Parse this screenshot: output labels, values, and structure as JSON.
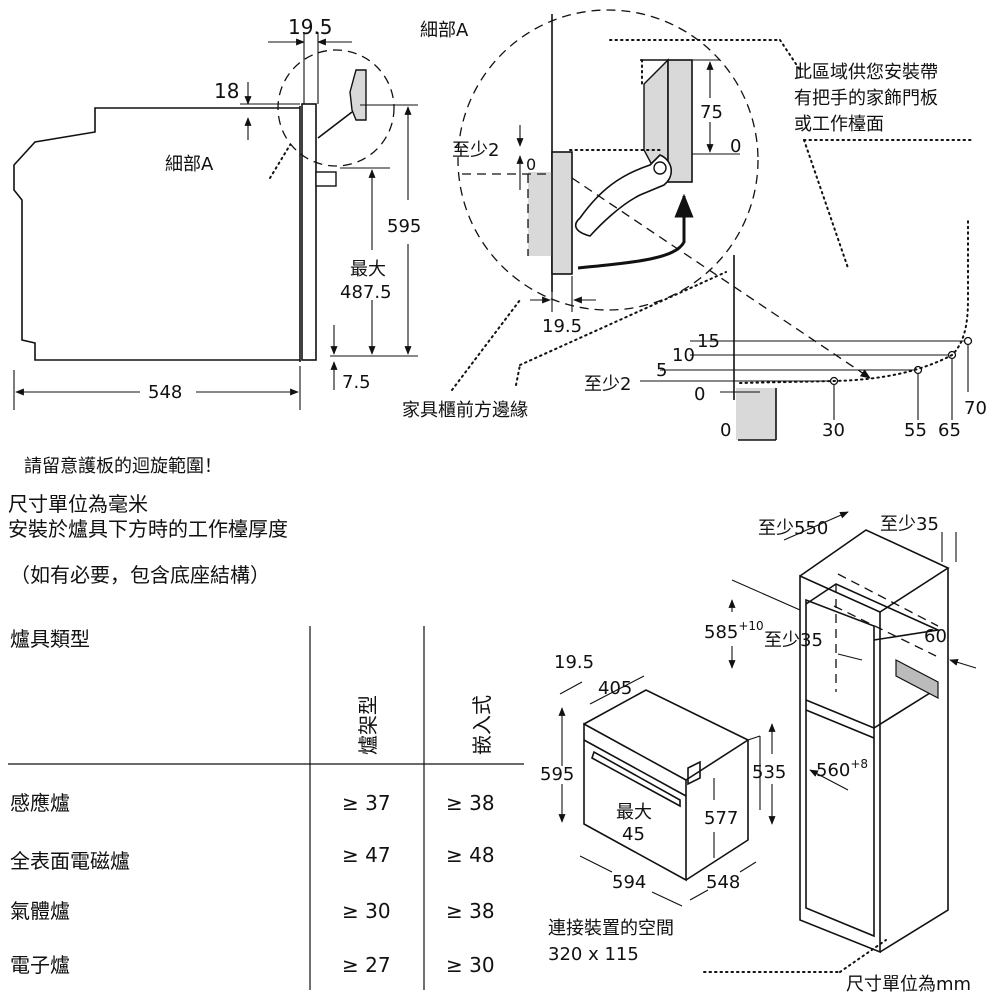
{
  "side_view": {
    "dim_top": "19.5",
    "dim_left": "18",
    "detail_label": "細部A",
    "dim_height": "595",
    "max_label": "最大",
    "max_value": "487.5",
    "dim_bottom": "7.5",
    "dim_depth": "548"
  },
  "detail": {
    "title": "細部A",
    "min_label": "至少2",
    "zero_small": "0",
    "dim_75": "75",
    "dim_0": "0",
    "dim_195": "19.5",
    "note_lines": [
      "此區域供您安裝帶",
      "有把手的家飾門板",
      "或工作檯面"
    ],
    "cabinet_edge": "家具櫃前方邊緣"
  },
  "swing": {
    "y_labels": [
      "15",
      "10",
      "5",
      "至少2",
      "0"
    ],
    "x_labels": [
      "0",
      "30",
      "55",
      "65",
      "70"
    ]
  },
  "notes": {
    "swing_note": "請留意護板的迴旋範圍！",
    "units_line1": "尺寸單位為毫米",
    "units_line2": "安裝於爐具下方時的工作檯厚度",
    "parenthetical": "（如有必要，包含底座結構）"
  },
  "table": {
    "header": "爐具類型",
    "col1": "爐架型",
    "col2": "嵌入式",
    "rows": [
      {
        "name": "感應爐",
        "v1": "≥ 37",
        "v2": "≥ 38"
      },
      {
        "name": "全表面電磁爐",
        "v1": "≥ 47",
        "v2": "≥ 48"
      },
      {
        "name": "氣體爐",
        "v1": "≥ 30",
        "v2": "≥ 38"
      },
      {
        "name": "電子爐",
        "v1": "≥ 27",
        "v2": "≥ 30"
      }
    ]
  },
  "oven_iso": {
    "d195": "19.5",
    "d405": "405",
    "d595": "595",
    "max_label": "最大",
    "max_value": "45",
    "d577": "577",
    "d535": "535",
    "d594": "594",
    "d548": "548",
    "conn_line1": "連接裝置的空間",
    "conn_line2": "320 x 115"
  },
  "cabinet": {
    "min550": "至少550",
    "min35_top": "至少35",
    "d585": "585",
    "d585_sup": "+10",
    "min35_mid": "至少35",
    "d60": "60",
    "d560": "560",
    "d560_sup": "+8"
  },
  "footer_units": "尺寸單位為mm"
}
